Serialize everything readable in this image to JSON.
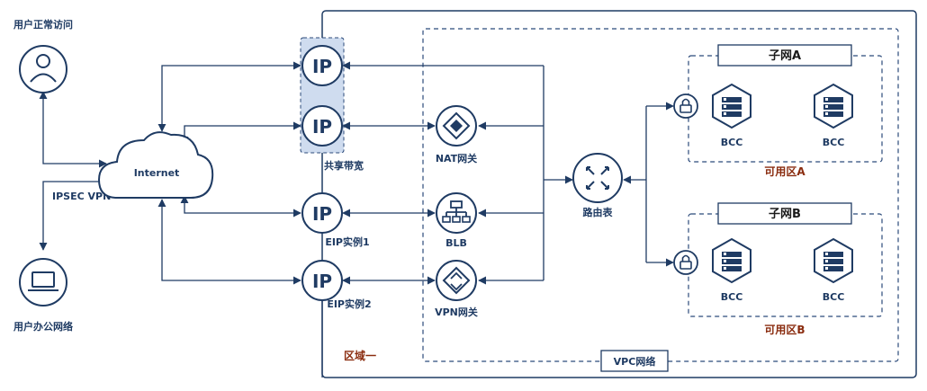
{
  "labels": {
    "user_normal": "用户正常访问",
    "user_office": "用户办公网络",
    "ipsec_vpn": "IPSEC VPN",
    "internet": "Internet",
    "ip_glyph": "IP",
    "shared_bandwidth": "共享带宽",
    "eip1": "EIP实例1",
    "eip2": "EIP实例2",
    "nat_gateway": "NAT网关",
    "blb": "BLB",
    "vpn_gateway": "VPN网关",
    "route_table": "路由表",
    "subnet_a": "子网A",
    "subnet_b": "子网B",
    "bcc": "BCC",
    "zone_a": "可用区A",
    "zone_b": "可用区B",
    "region": "区域一",
    "vpc": "VPC网络"
  },
  "colors": {
    "primary": "#1f3b63",
    "dashed_border": "#2b4a7a",
    "shared_fill": "#cfdcef",
    "zone_label": "#8a2c0f"
  },
  "icons": [
    "user-icon",
    "laptop-icon",
    "cloud-icon",
    "ip-icon",
    "nat-gateway-icon",
    "blb-icon",
    "vpn-gateway-icon",
    "route-table-icon",
    "lock-icon",
    "server-icon"
  ]
}
